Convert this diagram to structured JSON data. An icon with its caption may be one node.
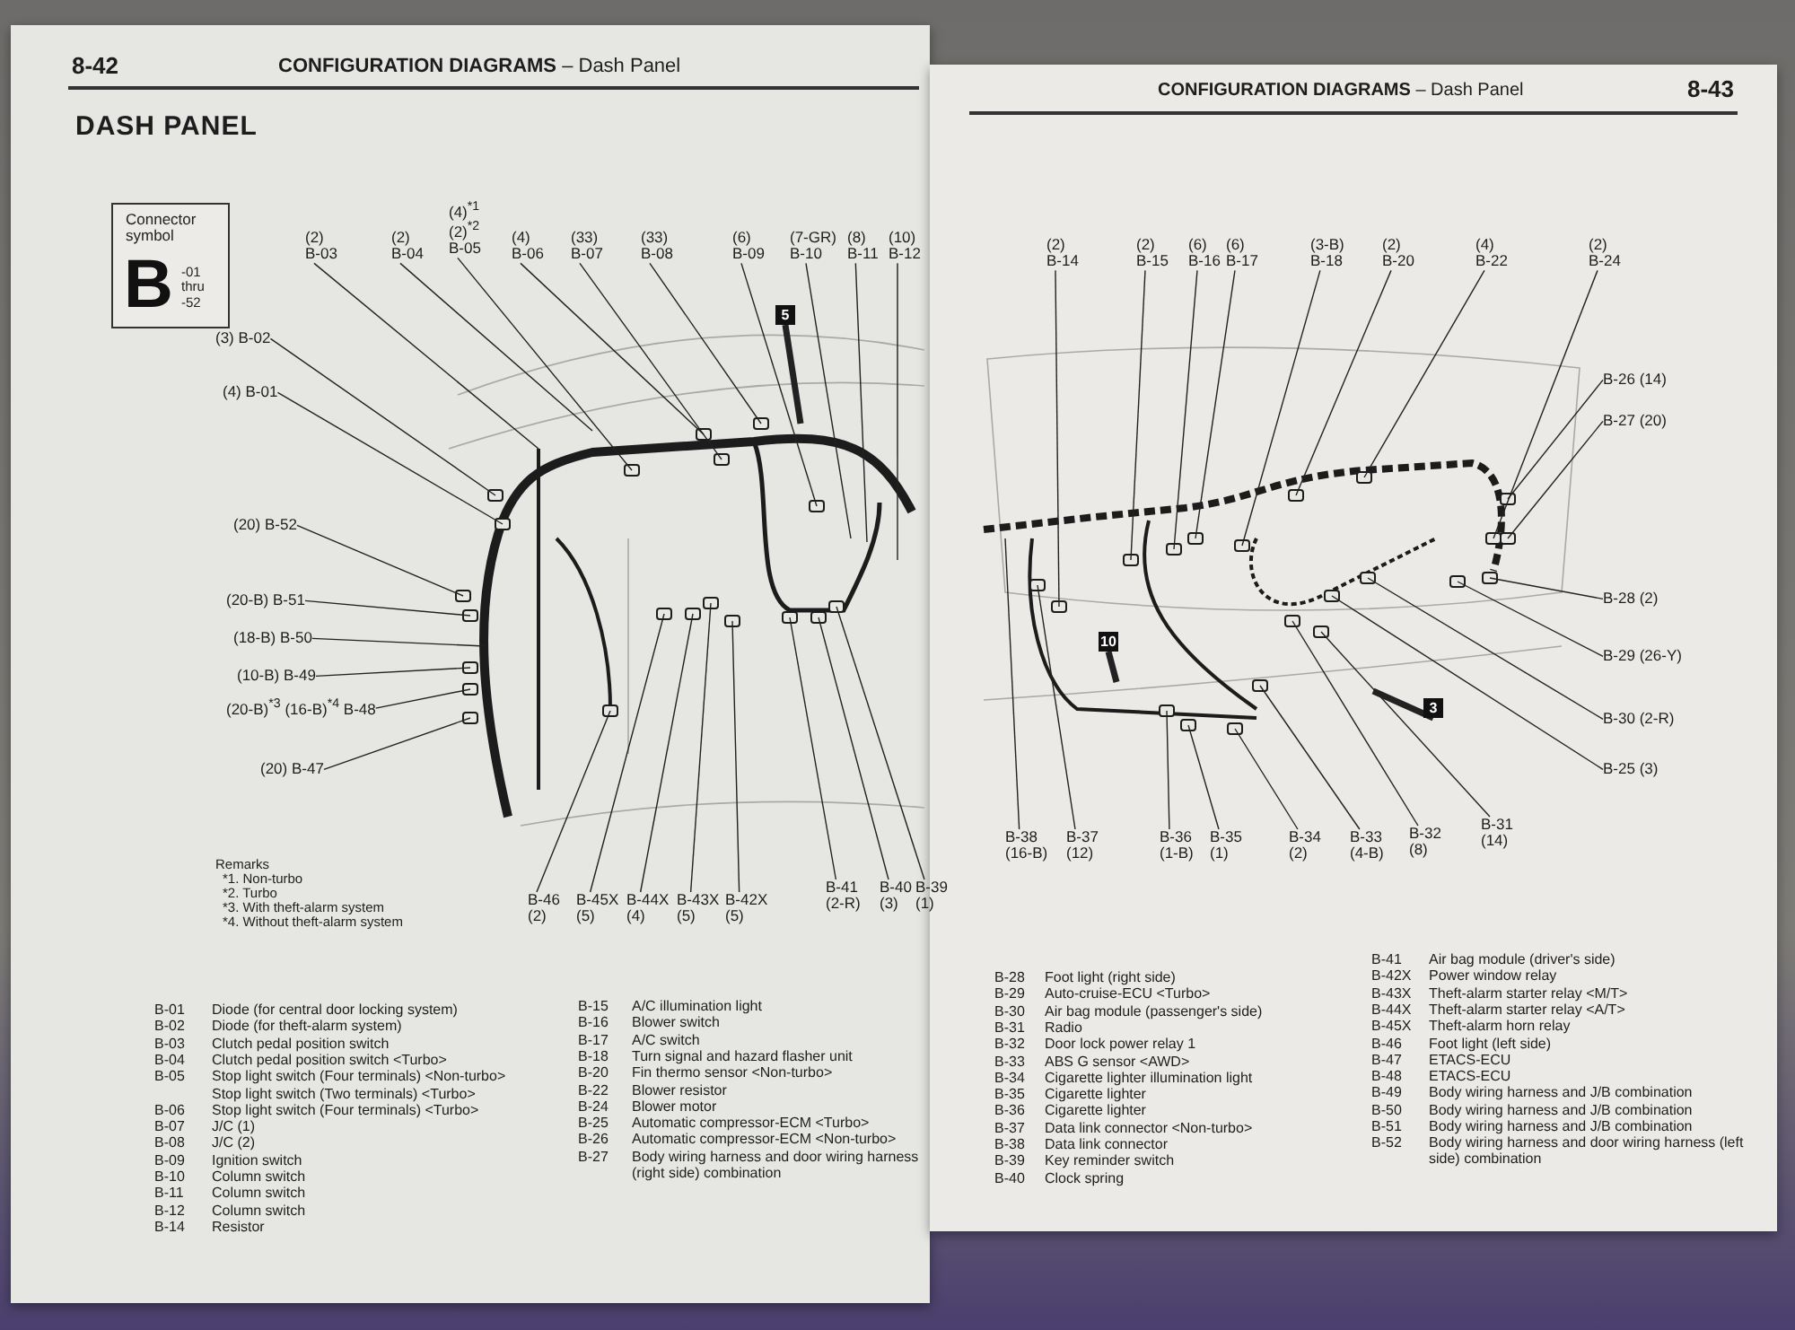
{
  "diagram": {
    "title": "DASH PANEL",
    "nodes": [
      {
        "text": [
          "Connector symbol",
          "B",
          "-01 thru -52"
        ]
      },
      {
        "text": [
          "(2) B-03"
        ]
      },
      {
        "text": [
          "(2) B-04"
        ]
      },
      {
        "text": [
          "(4)$^{*1}$ (2)$^{*2}$ B-05"
        ]
      },
      {
        "text": [
          "(4) B-06"
        ]
      },
      {
        "text": [
          "(33) B-07"
        ]
      },
      {
        "text": [
          "(33) B-08"
        ]
      },
      {
        "text": [
          "(6) B-09"
        ]
      },
      {
        "text": [
          "(7-GR) B-10"
        ]
      },
      {
        "text": [
          "(8) B-11"
        ]
      },
      {
        "text": [
          "(10) B-12"
        ]
      },
      {
        "text": [
          "(3) B-02"
        ]
      },
      {
        "text": [
          "(4) B-01"
        ]
      },
      {
        "text": [
          "(20) B-52"
        ]
      },
      {
        "text": [
          "(20-B) B-51"
        ]
      },
      {
        "text": [
          "(18-B) B-50"
        ]
      },
      {
        "text": [
          "(10-B) B-49"
        ]
      },
      {
        "text": [
          "(20-B)$^{*3}$ (16-B)$^{*4}$ B-48"
        ]
      },
      {
        "text": [
          "(20) B-47"
        ]
      },
      {
        "text": [
          "B-46 (2)"
        ]
      },
      {
        "text": [
          "B-45X (5)"
        ]
      },
      {
        "text": [
          "B-44X (4)"
        ]
      },
      {
        "text": [
          "B-43X (5)"
        ]
      },
      {
        "text": [
          "B-42X (5)"
        ]
      },
      {
        "text": [
          "B-41 (2-R)"
        ]
      },
      {
        "text": [
          "B-40 (3)"
        ]
      },
      {
        "text": [
          "B-39 (1)"
        ]
      },
      {
        "text": [
          "5"
        ]
      },
      {
        "text": [
          "(2) B-14"
        ]
      },
      {
        "text": [
          "(2) B-15"
        ]
      },
      {
        "text": [
          "(6) B-16"
        ]
      },
      {
        "text": [
          "(6) B-17"
        ]
      },
      {
        "text": [
          "(3-B) B-18"
        ]
      },
      {
        "text": [
          "(2) B-20"
        ]
      },
      {
        "text": [
          "(4) B-22"
        ]
      },
      {
        "text": [
          "(2) B-24"
        ]
      },
      {
        "text": [
          "B-26 (14)"
        ]
      },
      {
        "text": [
          "B-27 (20)"
        ]
      },
      {
        "text": [
          "B-28 (2)"
        ]
      },
      {
        "text": [
          "B-29 (26-Y)"
        ]
      },
      {
        "text": [
          "B-30 (2-R)"
        ]
      },
      {
        "text": [
          "B-25 (3)"
        ]
      },
      {
        "text": [
          "B-38 (16-B)"
        ]
      },
      {
        "text": [
          "B-37 (12)"
        ]
      },
      {
        "text": [
          "B-36 (1-B)"
        ]
      },
      {
        "text": [
          "B-35 (1)"
        ]
      },
      {
        "text": [
          "B-34 (2)"
        ]
      },
      {
        "text": [
          "B-33 (4-B)"
        ]
      },
      {
        "text": [
          "B-32 (8)"
        ]
      },
      {
        "text": [
          "B-31 (14)"
        ]
      },
      {
        "text": [
          "10"
        ]
      },
      {
        "text": [
          "3"
        ]
      }
    ],
    "edges": [
      {
        "from": 1,
        "to": null,
        "arrow": "none"
      },
      {
        "from": 2,
        "to": null,
        "arrow": "none"
      },
      {
        "from": 3,
        "to": null,
        "arrow": "none"
      },
      {
        "from": 4,
        "to": null,
        "arrow": "none"
      },
      {
        "from": 5,
        "to": null,
        "arrow": "none"
      },
      {
        "from": 6,
        "to": null,
        "arrow": "none"
      },
      {
        "from": 7,
        "to": null,
        "arrow": "none"
      },
      {
        "from": 8,
        "to": null,
        "arrow": "none"
      },
      {
        "from": 9,
        "to": null,
        "arrow": "none"
      },
      {
        "from": 10,
        "to": null,
        "arrow": "none"
      },
      {
        "from": 11,
        "to": null,
        "arrow": "none"
      },
      {
        "from": 12,
        "to": null,
        "arrow": "none"
      },
      {
        "from": 13,
        "to": null,
        "arrow": "none"
      },
      {
        "from": 14,
        "to": null,
        "arrow": "none"
      },
      {
        "from": 15,
        "to": null,
        "arrow": "none"
      },
      {
        "from": 16,
        "to": null,
        "arrow": "none"
      },
      {
        "from": 17,
        "to": null,
        "arrow": "none"
      },
      {
        "from": 18,
        "to": null,
        "arrow": "none"
      },
      {
        "from": 19,
        "to": null,
        "arrow": "none"
      },
      {
        "from": 20,
        "to": null,
        "arrow": "none"
      },
      {
        "from": 21,
        "to": null,
        "arrow": "none"
      },
      {
        "from": 22,
        "to": null,
        "arrow": "none"
      },
      {
        "from": 23,
        "to": null,
        "arrow": "none"
      },
      {
        "from": 24,
        "to": null,
        "arrow": "none"
      },
      {
        "from": 25,
        "to": null,
        "arrow": "none"
      },
      {
        "from": 26,
        "to": null,
        "arrow": "none"
      },
      {
        "from": 27,
        "to": null,
        "arrow": "none",
        "style": "thick"
      },
      {
        "from": 28,
        "to": null,
        "arrow": "none"
      },
      {
        "from": 29,
        "to": null,
        "arrow": "none"
      },
      {
        "from": 30,
        "to": null,
        "arrow": "none"
      },
      {
        "from": 31,
        "to": null,
        "arrow": "none"
      },
      {
        "from": 32,
        "to": null,
        "arrow": "none"
      },
      {
        "from": 33,
        "to": null,
        "arrow": "none"
      },
      {
        "from": 34,
        "to": null,
        "arrow": "none"
      },
      {
        "from": 35,
        "to": null,
        "arrow": "none"
      },
      {
        "from": 36,
        "to": null,
        "arrow": "none"
      },
      {
        "from": 37,
        "to": null,
        "arrow": "none"
      },
      {
        "from": 38,
        "to": null,
        "arrow": "none"
      },
      {
        "from": 39,
        "to": null,
        "arrow": "none"
      },
      {
        "from": 40,
        "to": null,
        "arrow": "none"
      },
      {
        "from": 41,
        "to": null,
        "arrow": "none"
      },
      {
        "from": 42,
        "to": null,
        "arrow": "none"
      },
      {
        "from": 43,
        "to": null,
        "arrow": "none"
      },
      {
        "from": 44,
        "to": null,
        "arrow": "none"
      },
      {
        "from": 45,
        "to": null,
        "arrow": "none"
      },
      {
        "from": 46,
        "to": null,
        "arrow": "none"
      },
      {
        "from": 47,
        "to": null,
        "arrow": "none"
      },
      {
        "from": 48,
        "to": null,
        "arrow": "none"
      },
      {
        "from": 49,
        "to": null,
        "arrow": "none"
      },
      {
        "from": 50,
        "to": null,
        "arrow": "none",
        "style": "thick"
      },
      {
        "from": 51,
        "to": null,
        "arrow": "none",
        "style": "thick"
      }
    ],
    "labels": [
      "8-42",
      "**CONFIGURATION DIAGRAMS** – Dash Panel",
      "**CONFIGURATION DIAGRAMS** – Dash Panel",
      "8-43",
      "Remarks",
      "*1. Non-turbo",
      "*2. Turbo",
      "*3. With theft-alarm system",
      "*4. Without theft-alarm system",
      "B-01",
      "Diode (for central door locking system)",
      "B-02",
      "Diode (for theft-alarm system)",
      "B-03",
      "Clutch pedal position switch",
      "B-04",
      "Clutch pedal position switch <Turbo>",
      "B-05",
      "Stop light switch (Four terminals) <Non-turbo>",
      "Stop light switch (Two terminals) <Turbo>",
      "B-06",
      "Stop light switch (Four terminals) <Turbo>",
      "B-07",
      "J/C (1)",
      "B-08",
      "J/C (2)",
      "B-09",
      "Ignition switch",
      "B-10",
      "Column switch",
      "B-11",
      "Column switch",
      "B-12",
      "Column switch",
      "B-14",
      "Resistor",
      "B-15",
      "A/C illumination light",
      "B-16",
      "Blower switch",
      "B-17",
      "A/C switch",
      "B-18",
      "Turn signal and hazard flasher unit",
      "B-20",
      "Fin thermo sensor <Non-turbo>",
      "B-22",
      "Blower resistor",
      "B-24",
      "Blower motor",
      "B-25",
      "Automatic compressor-ECM <Turbo>",
      "B-26",
      "Automatic compressor-ECM <Non-turbo>",
      "B-27",
      "Body wiring harness and door wiring harness (right side) combination",
      "B-28",
      "Foot light (right side)",
      "B-29",
      "Auto-cruise-ECU <Turbo>",
      "B-30",
      "Air bag module (passenger's side)",
      "B-31",
      "Radio",
      "B-32",
      "Door lock power relay 1",
      "B-33",
      "ABS G sensor <AWD>",
      "B-34",
      "Cigarette lighter illumination light",
      "B-35",
      "Cigarette lighter",
      "B-36",
      "Cigarette lighter",
      "B-37",
      "Data link connector <Non-turbo>",
      "B-38",
      "Data link connector",
      "B-39",
      "Key reminder switch",
      "B-40",
      "Clock spring",
      "B-41",
      "Air bag module (driver's side)",
      "B-42X",
      "Power window relay",
      "B-43X",
      "Theft-alarm starter relay <M/T>",
      "B-44X",
      "Theft-alarm starter relay <A/T>",
      "B-45X",
      "Theft-alarm horn relay",
      "B-46",
      "Foot light (left side)",
      "B-47",
      "ETACS-ECU",
      "B-48",
      "ETACS-ECU",
      "B-49",
      "Body wiring harness and J/B combination",
      "B-50",
      "Body wiring harness and J/B combination",
      "B-51",
      "Body wiring harness and J/B combination",
      "B-52",
      "Body wiring harness and door wiring harness (left side) combination"
    ]
  }
}
